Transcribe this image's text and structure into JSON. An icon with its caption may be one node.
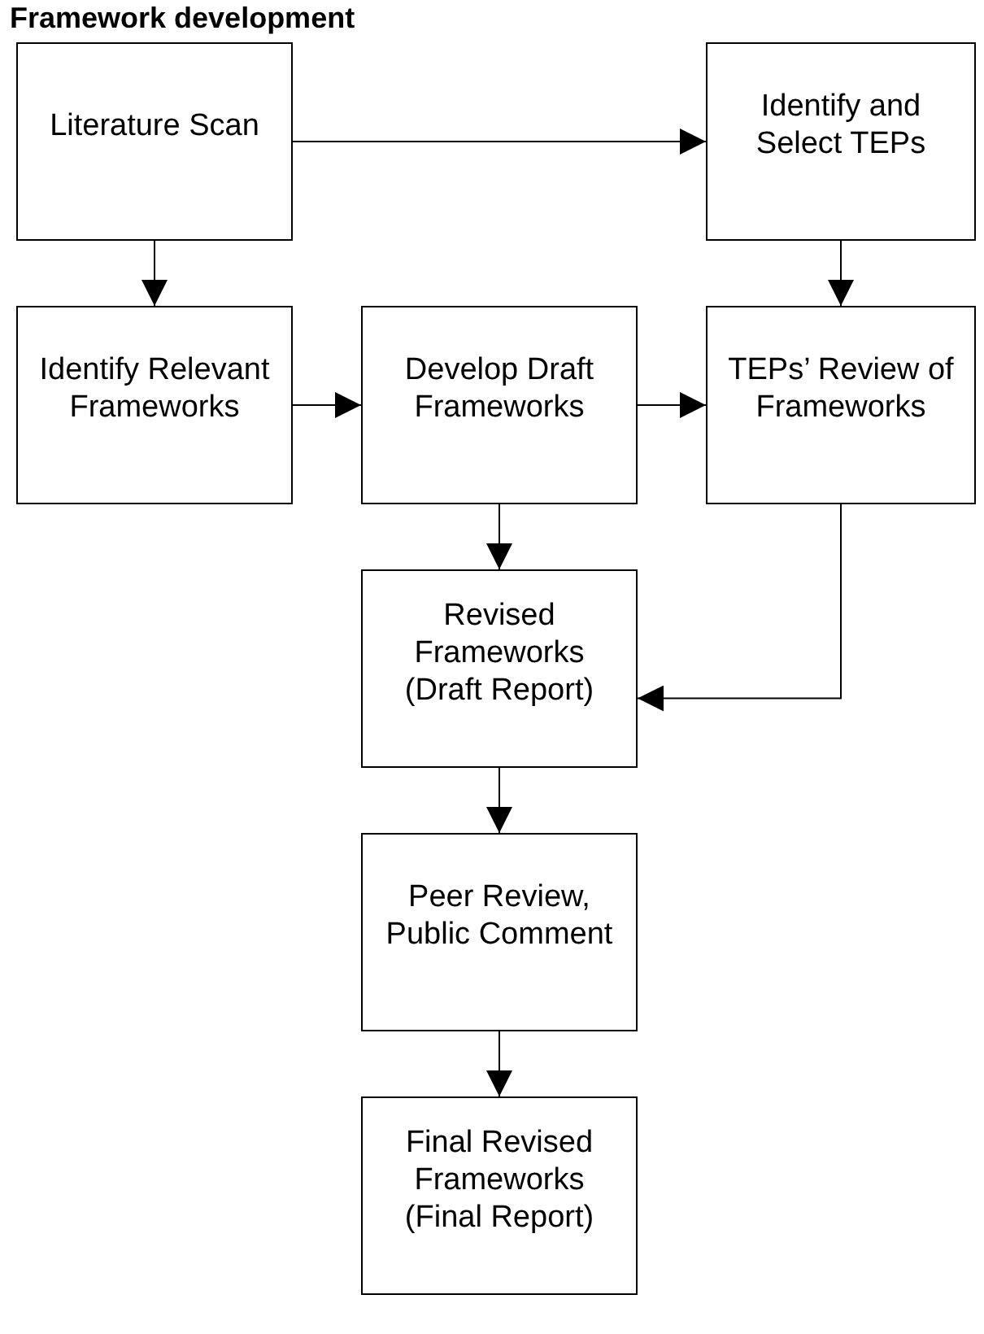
{
  "diagram": {
    "title": "Framework development",
    "nodes": [
      {
        "text": [
          "Literature Scan"
        ]
      },
      {
        "text": [
          "Identify and Select TEPs"
        ]
      },
      {
        "text": [
          "Identify Relevant Frameworks"
        ]
      },
      {
        "text": [
          "Develop Draft Frameworks"
        ]
      },
      {
        "text": [
          "TEPs’ Review of Frameworks"
        ]
      },
      {
        "text": [
          "Revised Frameworks (Draft Report)"
        ]
      },
      {
        "text": [
          "Peer Review, Public Comment"
        ]
      },
      {
        "text": [
          "Final Revised Frameworks (Final Report)"
        ]
      }
    ],
    "edges": [
      {
        "from": 0,
        "to": 1,
        "arrow": "to"
      },
      {
        "from": 0,
        "to": 2,
        "arrow": "to"
      },
      {
        "from": 1,
        "to": 4,
        "arrow": "to"
      },
      {
        "from": 2,
        "to": 3,
        "arrow": "to"
      },
      {
        "from": 3,
        "to": 4,
        "arrow": "to"
      },
      {
        "from": 3,
        "to": 5,
        "arrow": "to"
      },
      {
        "from": 4,
        "to": 5,
        "arrow": "to"
      },
      {
        "from": 5,
        "to": 6,
        "arrow": "to"
      },
      {
        "from": 6,
        "to": 7,
        "arrow": "to"
      }
    ]
  }
}
